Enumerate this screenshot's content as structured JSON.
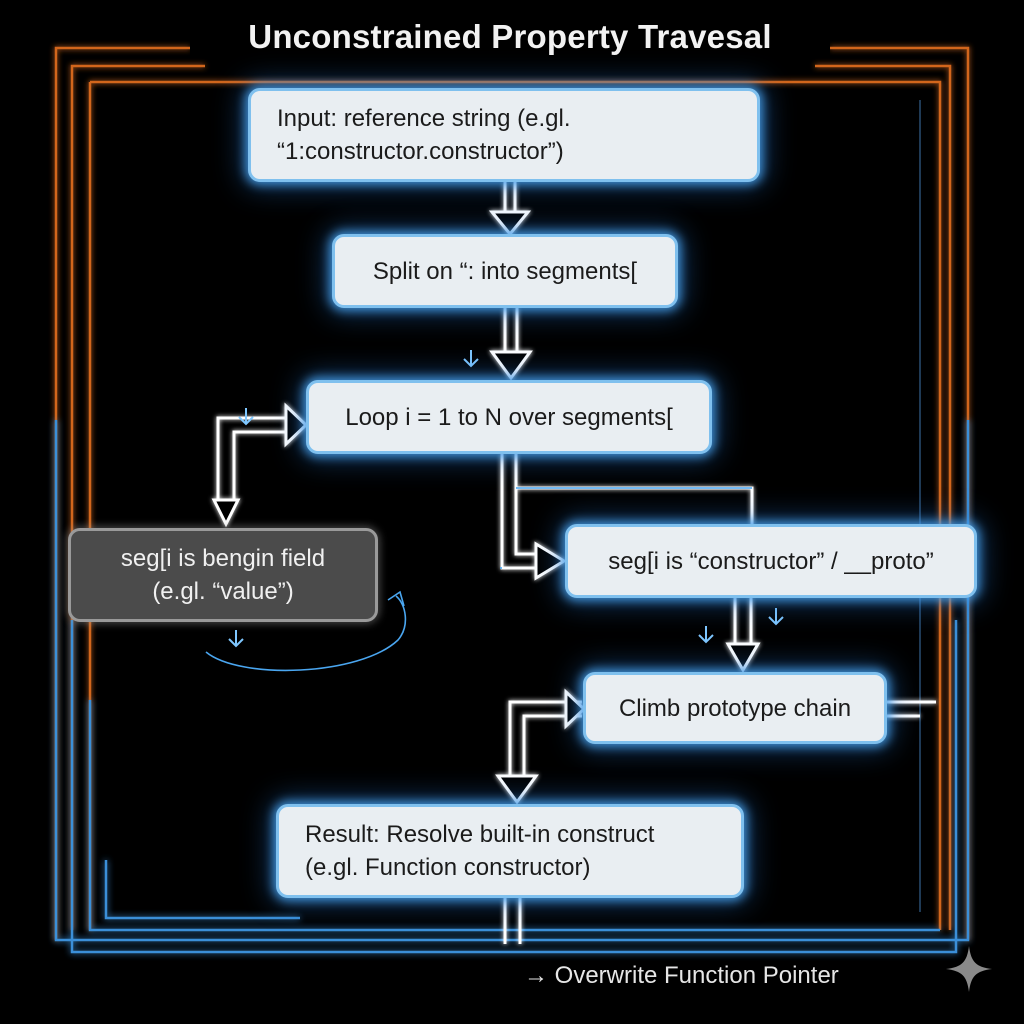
{
  "title": "Unconstrained Property Travesal",
  "nodes": {
    "input": [
      "Input: reference string (e.gl.",
      "“1:constructor.constructor”)"
    ],
    "split": [
      "Split on “: into segments["
    ],
    "loop": [
      "Loop i = 1 to N over segments["
    ],
    "benign": [
      "seg[i is bengin field",
      "(e.gl. “value”)"
    ],
    "constructor": [
      "seg[i is “constructor” / __proto”"
    ],
    "climb": [
      "Climb prototype chain"
    ],
    "result": [
      "Result: Resolve built-in construct",
      "(e.gl. Function constructor)"
    ]
  },
  "footer": "→ Overwrite Function Pointer",
  "colors": {
    "orange_frame": "#d2661e",
    "blue_frame": "#3a8fd8",
    "node_glow": "#46a0eb",
    "node_fill": "#e9eef2",
    "benign_fill": "#4b4b4b"
  },
  "icons": {
    "flow_arrow": "arrow-down-icon",
    "corner_mark": "sparkle-icon"
  }
}
